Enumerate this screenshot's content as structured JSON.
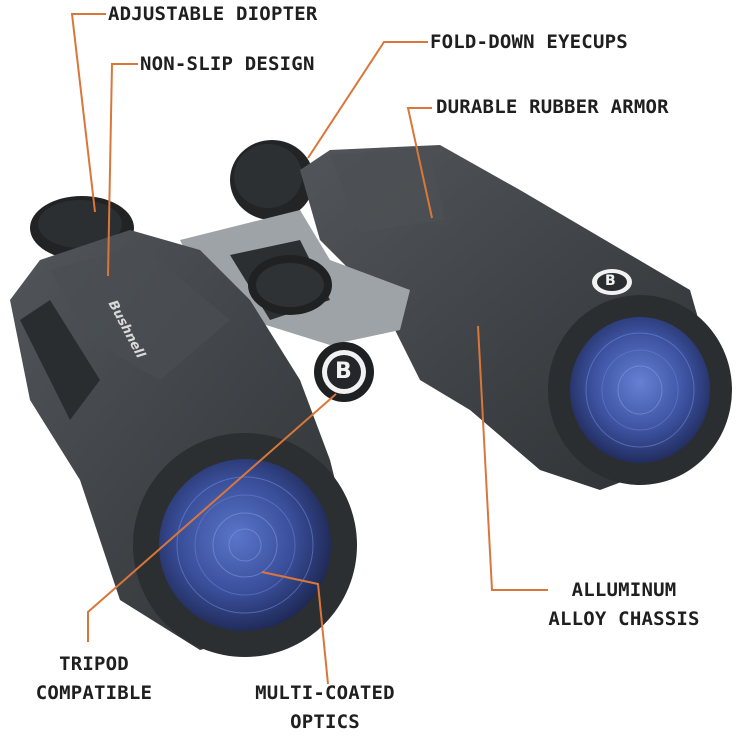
{
  "brand": {
    "name": "Bushnell",
    "emblem": "B"
  },
  "callouts": {
    "adjustable_diopter": "ADJUSTABLE DIOPTER",
    "non_slip_design": "NON-SLIP DESIGN",
    "fold_down_eyecups": "FOLD-DOWN EYECUPS",
    "durable_rubber_armor": "DURABLE RUBBER ARMOR",
    "aluminum_line1": "ALLUMINUM",
    "aluminum_line2": "ALLOY CHASSIS",
    "tripod_line1": "TRIPOD",
    "tripod_line2": "COMPATIBLE",
    "optics_line1": "MULTI-COATED",
    "optics_line2": "OPTICS"
  },
  "colors": {
    "leader_line": "#d9773a",
    "body_dark": "#34373a",
    "body_mid": "#45494d",
    "bridge": "#8f9499",
    "lens_blue": "#3b55a8",
    "text": "#1f1f1f"
  }
}
